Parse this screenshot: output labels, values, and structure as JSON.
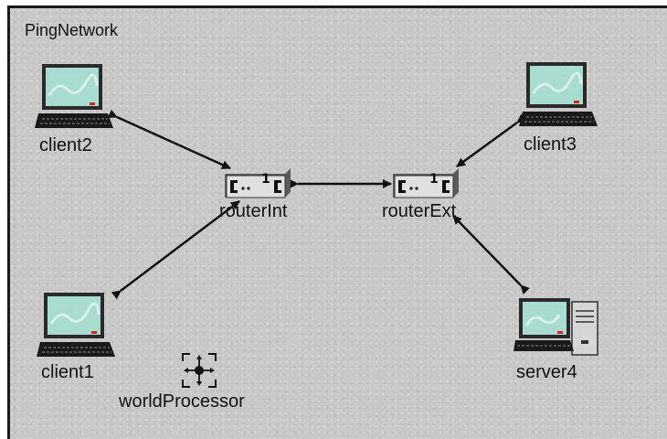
{
  "network": {
    "title": "PingNetwork"
  },
  "nodes": {
    "client1": {
      "label": "client1",
      "type": "workstation"
    },
    "client2": {
      "label": "client2",
      "type": "workstation"
    },
    "client3": {
      "label": "client3",
      "type": "workstation"
    },
    "server4": {
      "label": "server4",
      "type": "server"
    },
    "routerInt": {
      "label": "routerInt",
      "type": "router",
      "badge": "1"
    },
    "routerExt": {
      "label": "routerExt",
      "type": "router",
      "badge": "1"
    },
    "worldProcessor": {
      "label": "worldProcessor",
      "type": "processor"
    }
  },
  "links": [
    {
      "from": "client2",
      "to": "routerInt"
    },
    {
      "from": "client1",
      "to": "routerInt"
    },
    {
      "from": "routerInt",
      "to": "routerExt"
    },
    {
      "from": "client3",
      "to": "routerExt"
    },
    {
      "from": "server4",
      "to": "routerExt"
    }
  ],
  "colors": {
    "background": "#c8c8c8",
    "link": "#111111",
    "screen": "#a8dcd0",
    "indicator": "#e02020"
  }
}
